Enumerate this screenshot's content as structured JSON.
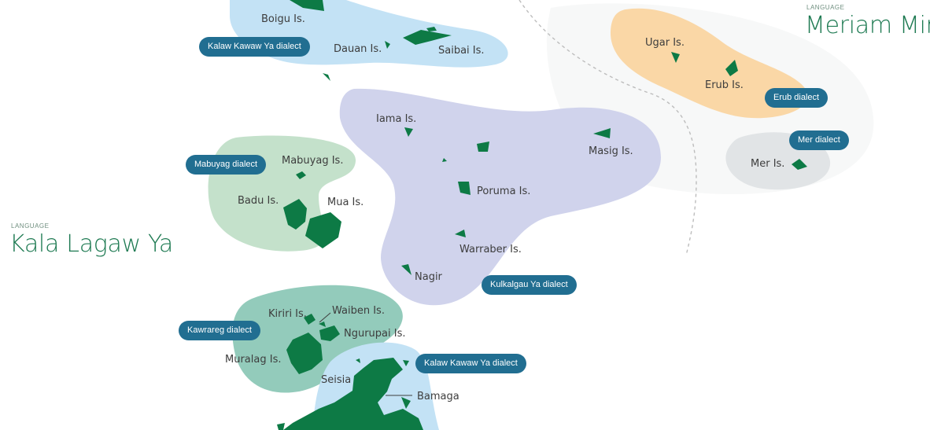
{
  "colors": {
    "region_top": "#c3e2f5",
    "region_kulkalgau": "#d0d3ec",
    "region_mabuyag": "#c4e1cb",
    "region_kawrareg": "#93cbbb",
    "region_bottom": "#c3e2f5",
    "region_erub": "#fad7a6",
    "region_mer": "#e1e4e6",
    "land": "#0d7a45",
    "pill": "#216e91",
    "language_title": "#1e7a52"
  },
  "languages": {
    "left": {
      "kicker": "LANGUAGE",
      "name": "Kala Lagaw Ya"
    },
    "right": {
      "kicker": "LANGUAGE",
      "name": "Meriam Mir"
    }
  },
  "dialects": {
    "kalaw_top": "Kalaw Kawaw Ya dialect",
    "mabuyag": "Mabuyag dialect",
    "kulkalgau": "Kulkalgau Ya dialect",
    "kawrareg": "Kawrareg dialect",
    "kalaw_bottom": "Kalaw Kawaw Ya dialect",
    "erub": "Erub dialect",
    "mer": "Mer dialect"
  },
  "places": {
    "boigu": "Boigu Is.",
    "dauan": "Dauan Is.",
    "saibai": "Saibai Is.",
    "iama": "Iama Is.",
    "masig": "Masig Is.",
    "poruma": "Poruma Is.",
    "warraber": "Warraber Is.",
    "nagir": "Nagir",
    "mabuyag": "Mabuyag Is.",
    "badu": "Badu Is.",
    "mua": "Mua Is.",
    "kiriri": "Kiriri Is.",
    "waiben": "Waiben Is.",
    "ngurupai": "Ngurupai Is.",
    "muralag": "Muralag Is.",
    "seisia": "Seisia",
    "bamaga": "Bamaga",
    "ugar": "Ugar Is.",
    "erub": "Erub Is.",
    "mer": "Mer Is."
  }
}
